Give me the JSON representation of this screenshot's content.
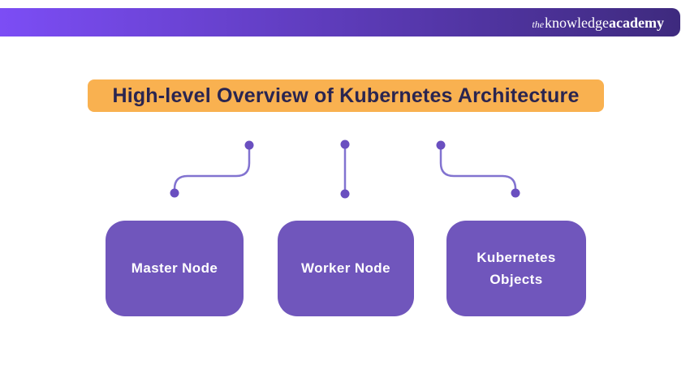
{
  "header": {
    "logo": {
      "the": "the",
      "knowledge": "knowledge",
      "academy": "academy"
    }
  },
  "title": {
    "text": "High-level Overview of Kubernetes Architecture"
  },
  "diagram": {
    "nodes": [
      {
        "id": "master-node",
        "label": "Master Node"
      },
      {
        "id": "worker-node",
        "label": "Worker Node"
      },
      {
        "id": "kubernetes-objects",
        "label": "Kubernetes Objects"
      }
    ],
    "connectors": [
      {
        "from": "title",
        "to": "master-node",
        "shape": "s-curve-left"
      },
      {
        "from": "title",
        "to": "worker-node",
        "shape": "straight"
      },
      {
        "from": "title",
        "to": "kubernetes-objects",
        "shape": "s-curve-right"
      }
    ]
  },
  "colors": {
    "header_gradient_start": "#7C4DF5",
    "header_gradient_end": "#3E2A7E",
    "banner_bg": "#F9B150",
    "banner_text": "#2A2550",
    "node_bg": "#7056BC",
    "node_text": "#FFFFFF",
    "connector_line": "#8273D0",
    "connector_dot": "#6A4FC0",
    "page_bg": "#FFFFFF"
  }
}
